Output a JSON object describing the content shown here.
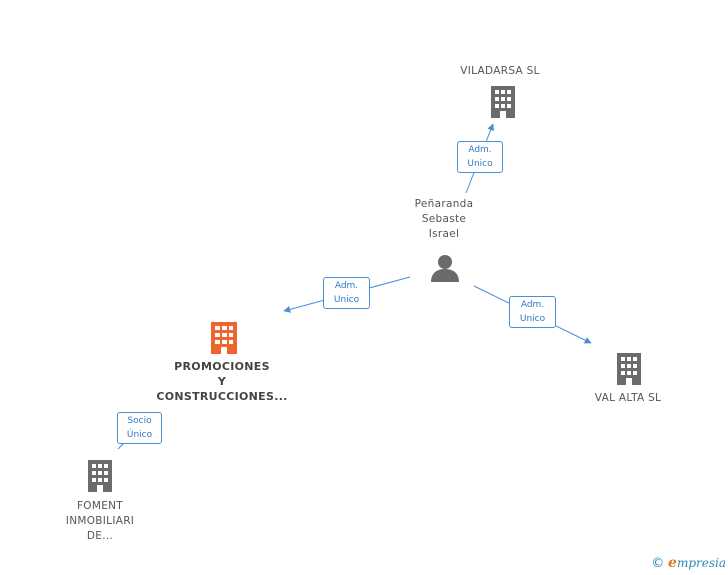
{
  "nodes": {
    "viladarsa": {
      "label": "VILADARSA SL"
    },
    "person": {
      "line1": "Peñaranda",
      "line2": "Sebaste",
      "line3": "Israel"
    },
    "promociones": {
      "line1": "PROMOCIONES",
      "line2": "Y",
      "line3": "CONSTRUCCIONES..."
    },
    "valalta": {
      "label": "VAL ALTA SL"
    },
    "foment": {
      "line1": "FOMENT",
      "line2": "INMOBILIARI",
      "line3": "DE..."
    }
  },
  "relations": {
    "to_viladarsa": {
      "line1": "Adm.",
      "line2": "Unico"
    },
    "to_promociones": {
      "line1": "Adm.",
      "line2": "Unico"
    },
    "to_valalta": {
      "line1": "Adm.",
      "line2": "Unico"
    },
    "foment_socio": {
      "line1": "Socio",
      "line2": "Único"
    }
  },
  "brand": {
    "copyright": "©",
    "e_letter": "e",
    "rest": "mpresia"
  },
  "colors": {
    "edge": "#4a8fd6",
    "building": "#6b6b6b",
    "main_building": "#f0652f",
    "person": "#6b6b6b"
  }
}
